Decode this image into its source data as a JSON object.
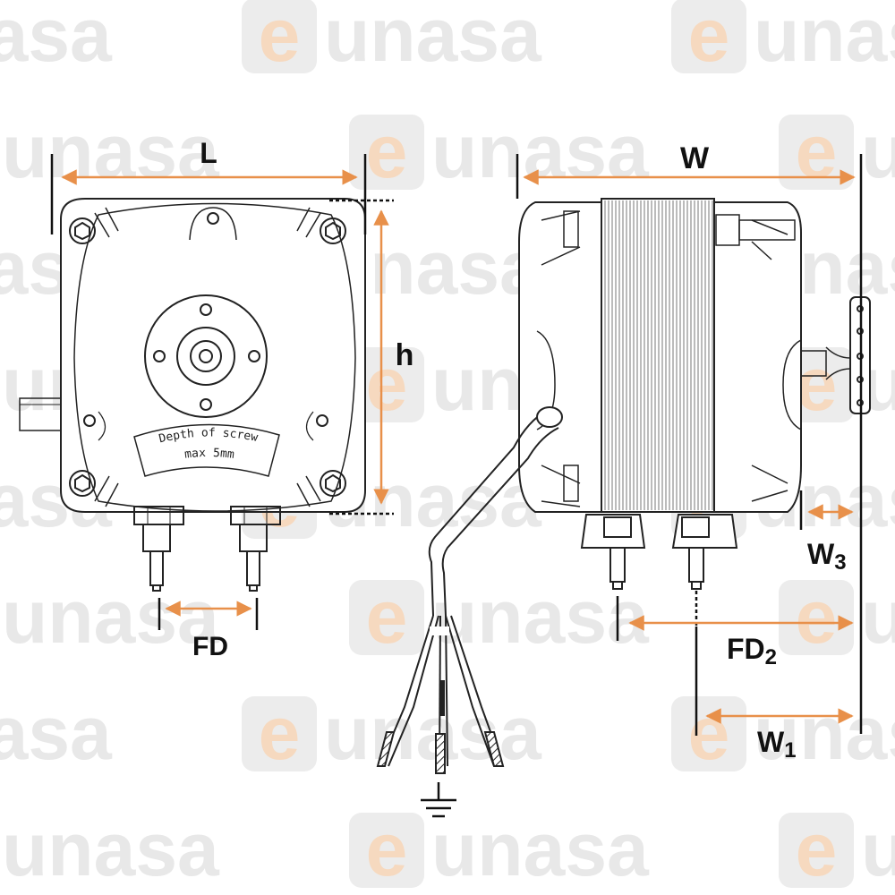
{
  "watermark": {
    "text": "unasa",
    "logo_letter": "e",
    "text_color": "#e8e8e8",
    "logo_bg": "#ececec",
    "logo_letter_color": "#f6d9bf"
  },
  "colors": {
    "dimension": "#e8904a",
    "line": "#111111",
    "body_stroke": "#222222"
  },
  "labels": {
    "L": "L",
    "h": "h",
    "W": "W",
    "FD": "FD",
    "FD2_main": "FD",
    "FD2_sub": "2",
    "W3_main": "W",
    "W3_sub": "3",
    "W1_main": "W",
    "W1_sub": "1"
  },
  "note": {
    "line1": "Depth of screw",
    "line2": "max 5mm"
  },
  "icons": {
    "ground": "ground-symbol-icon"
  }
}
